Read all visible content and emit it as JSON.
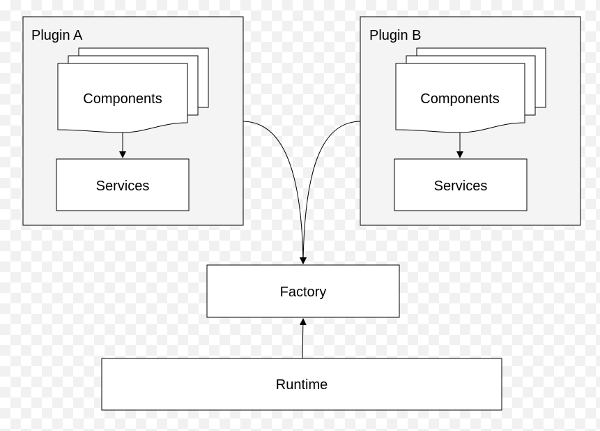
{
  "diagram": {
    "plugins": [
      {
        "title": "Plugin A",
        "components_label": "Components",
        "services_label": "Services"
      },
      {
        "title": "Plugin B",
        "components_label": "Components",
        "services_label": "Services"
      }
    ],
    "factory_label": "Factory",
    "runtime_label": "Runtime"
  },
  "colors": {
    "container_fill": "#f4f4f4",
    "node_fill": "#ffffff",
    "stroke": "#000000",
    "canvas_check": "#f1f1f1"
  }
}
